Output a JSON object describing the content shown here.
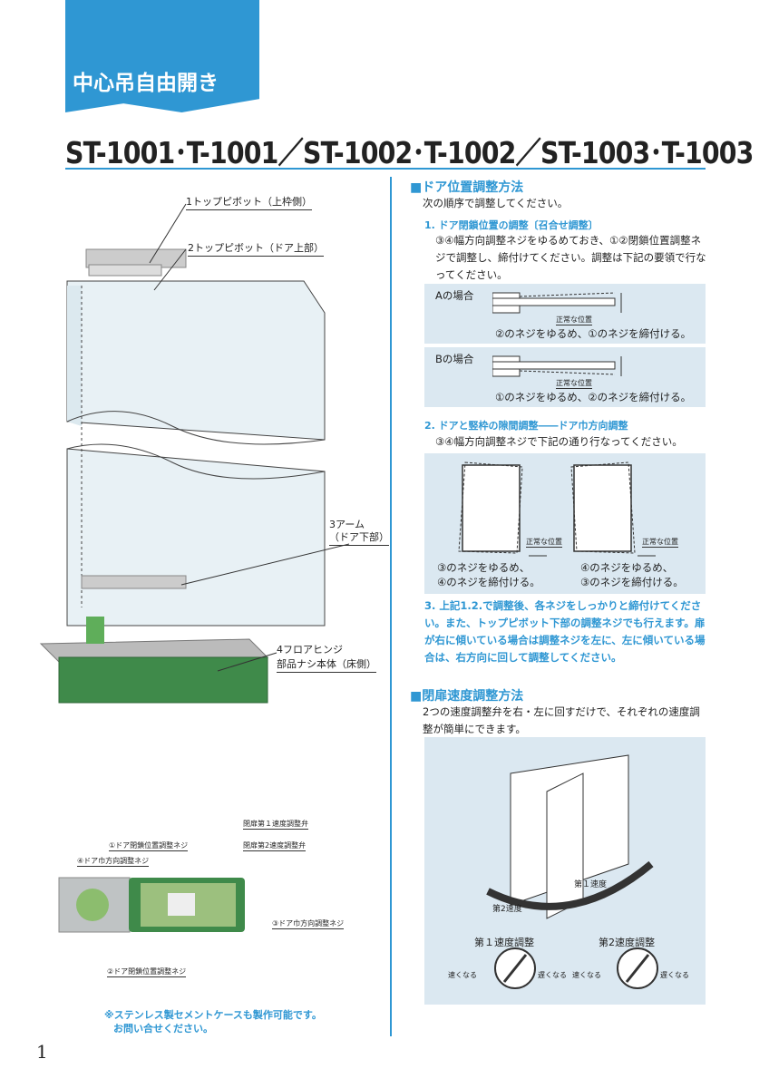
{
  "header": {
    "tab_label": "中心吊自由開き",
    "model_title": "ST-1001･T-1001／ST-1002･T-1002／ST-1003･T-1003"
  },
  "parts": {
    "p1": "1トップピボット（上枠側）",
    "p2": "2トップピボット（ドア上部）",
    "p3a": "3アーム",
    "p3b": "（ドア下部）",
    "p4a": "4フロアヒンジ",
    "p4b": "部品ナシ本体（床側）"
  },
  "detail": {
    "first_speed_valve": "閉扉第１速度調整弁",
    "second_speed_valve": "閉扉第2速度調整弁",
    "screw1": "①ドア閉鎖位置調整ネジ",
    "screw4": "④ドア巾方向調整ネジ",
    "screw3": "③ドア巾方向調整ネジ",
    "screw2": "②ドア閉鎖位置調整ネジ",
    "note1": "※ステンレス製セメントケースも製作可能です。",
    "note2": "お問い合せください。"
  },
  "door_adjust": {
    "heading": "■ドア位置調整方法",
    "intro": "次の順序で調整してください。",
    "step1_title": "1. ドア閉鎖位置の調整〔召合せ調整〕",
    "step1_body": "③④幅方向調整ネジをゆるめておき、①②閉鎖位置調整ネジで調整し、締付けてください。調整は下記の要領で行なってください。",
    "caseA": "Aの場合",
    "caseA_text": "②のネジをゆるめ、①のネジを締付ける。",
    "caseB": "Bの場合",
    "caseB_text": "①のネジをゆるめ、②のネジを締付ける。",
    "normal_pos": "正常な位置",
    "step2_title": "2. ドアと竪枠の隙間調整――ドア巾方向調整",
    "step2_body": "③④幅方向調整ネジで下記の通り行なってください。",
    "left_text1": "③のネジをゆるめ、",
    "left_text2": "④のネジを締付ける。",
    "right_text1": "④のネジをゆるめ、",
    "right_text2": "③のネジを締付ける。",
    "step3": "3. 上記1.2.で調整後、各ネジをしっかりと締付けてください。また、トップピボット下部の調整ネジでも行えます。扉が右に傾いている場合は調整ネジを左に、左に傾いている場合は、右方向に回して調整してください。"
  },
  "speed_adjust": {
    "heading": "■閉扉速度調整方法",
    "body": "2つの速度調整弁を右・左に回すだけで、それぞれの速度調整が簡単にできます。",
    "first_speed": "第１速度",
    "second_speed": "第2速度",
    "first_adjust": "第１速度調整",
    "second_adjust": "第2速度調整",
    "faster": "速くなる",
    "slower": "遅くなる"
  },
  "page_number": "1",
  "colors": {
    "accent": "#2f97d3",
    "panel": "#dbe8f1",
    "hinge_green": "#3f8a4a"
  }
}
